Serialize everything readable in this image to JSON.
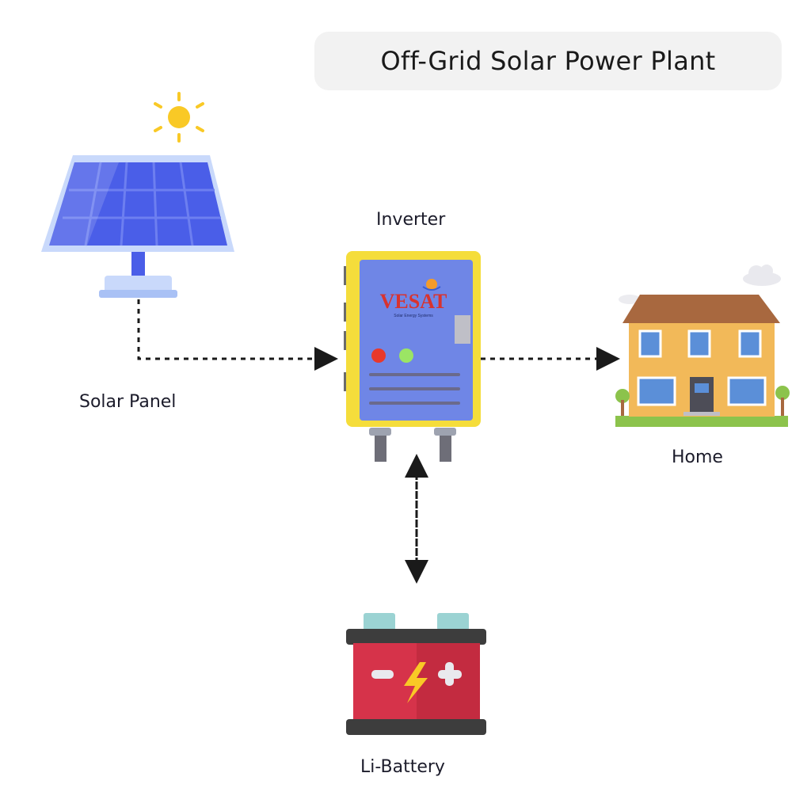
{
  "title": "Off-Grid Solar Power Plant",
  "labels": {
    "inverter": "Inverter",
    "solar_panel": "Solar Panel",
    "home": "Home",
    "battery": "Li-Battery"
  },
  "inverter_brand": {
    "logo_text": "VESAT",
    "tagline": "Solar Energy Systems"
  },
  "colors": {
    "panel_blue": "#4a5ee8",
    "inverter_yellow": "#f5dd3b",
    "inverter_body": "#6f86e6",
    "battery_red": "#d6334a",
    "house_wall": "#f2b959",
    "roof": "#a8683f",
    "sun": "#f9c926",
    "arrow": "#1a1a1a"
  },
  "icons": [
    "sun-icon",
    "solar-panel-icon",
    "inverter-icon",
    "house-icon",
    "battery-icon",
    "cloud-icon"
  ]
}
